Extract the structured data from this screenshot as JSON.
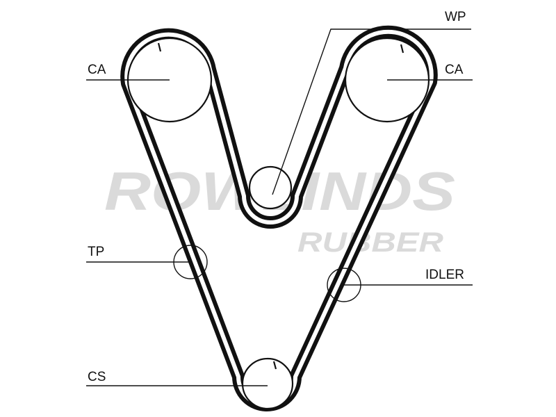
{
  "watermark": {
    "brand": "ROWLINDS",
    "sub": "RUBBER"
  },
  "labels": {
    "wp": "WP",
    "ca_left": "CA",
    "ca_right": "CA",
    "tp": "TP",
    "idler": "IDLER",
    "cs": "CS"
  },
  "colors": {
    "belt": "#111111",
    "watermark": "#dadada",
    "background": "#ffffff"
  }
}
